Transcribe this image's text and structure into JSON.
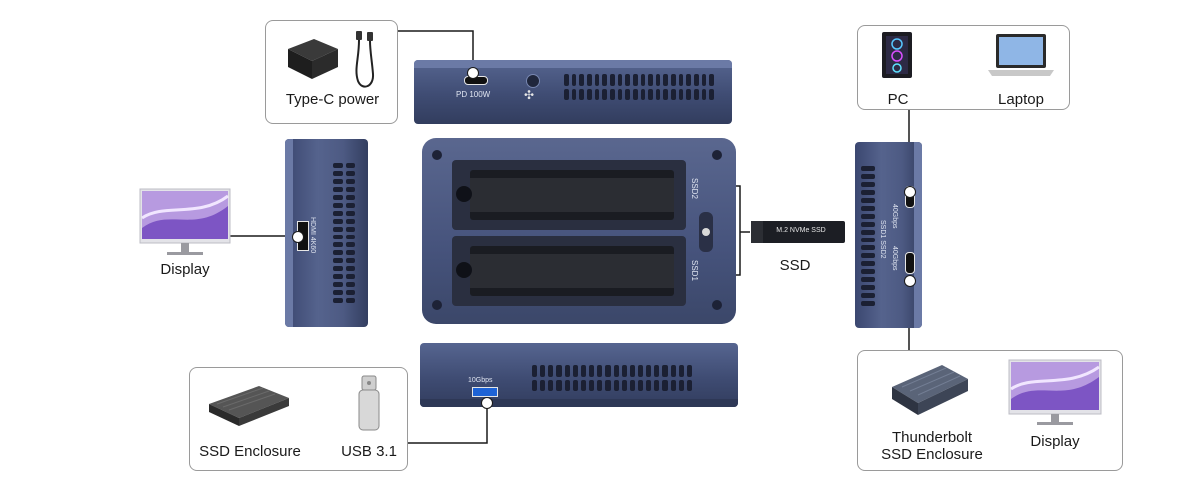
{
  "callouts": {
    "power": {
      "label": "Type-C power"
    },
    "computers": {
      "pc_label": "PC",
      "laptop_label": "Laptop"
    },
    "display_left": {
      "label": "Display"
    },
    "ssd_module": {
      "label": "SSD",
      "card_text": "M.2 NVMe SSD"
    },
    "usb_devices": {
      "enclosure_label": "SSD Enclosure",
      "usb_label": "USB 3.1"
    },
    "thunderbolt_devices": {
      "tb_label_line1": "Thunderbolt",
      "tb_label_line2": "SSD Enclosure",
      "display_label": "Display"
    }
  },
  "device_labels": {
    "top_port": "PD 100W",
    "left_port": "HDMI 4K60",
    "bottom_port": "10Gbps",
    "slot_top": "SSD2",
    "slot_bottom": "SSD1",
    "right_port_top": "40Gbps",
    "right_port_bottom": "40Gbps",
    "right_vertical": "SSD1 SSD2"
  },
  "colors": {
    "device_blue": "#46537c",
    "connector_line": "#1a1a1a",
    "callout_border": "#9a9a9a"
  }
}
